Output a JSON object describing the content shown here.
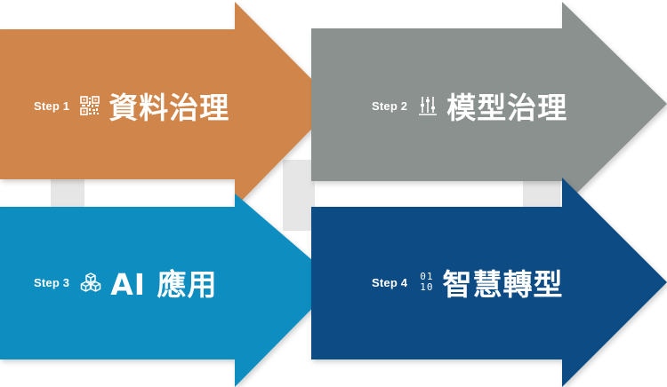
{
  "steps": [
    {
      "step": "Step 1",
      "title": "資料治理",
      "icon": "qr-code-icon",
      "color": "#D0864B"
    },
    {
      "step": "Step 2",
      "title": "模型治理",
      "icon": "sliders-icon",
      "color": "#8A918E"
    },
    {
      "step": "Step 3",
      "title": "AI 應用",
      "icon": "cubes-icon",
      "color": "#0E8DC0"
    },
    {
      "step": "Step 4",
      "title": "智慧轉型",
      "icon": "binary-icon",
      "icon_text": [
        "01",
        "10"
      ],
      "color": "#0A4B85"
    }
  ],
  "connector_color": "#E6E6E6"
}
